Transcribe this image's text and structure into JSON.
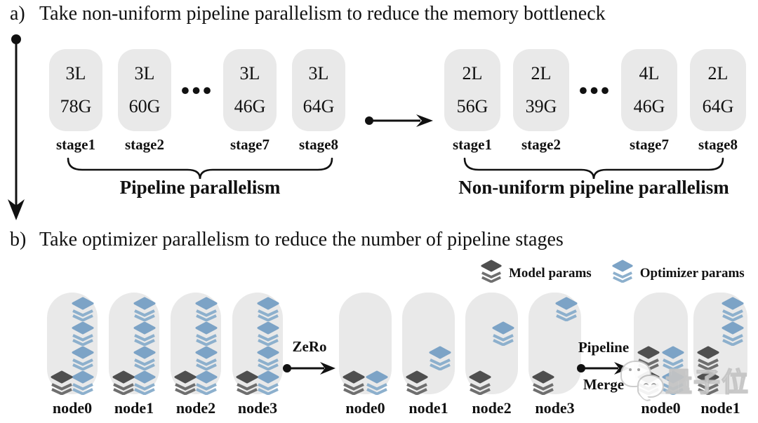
{
  "colors": {
    "ink": "#111111",
    "box_bg": "#e9e9e9",
    "model_main": "#4f4f4f",
    "model_band": "#6f6f6f",
    "optimizer_main": "#7ca3c6",
    "optimizer_band": "#8db0cd"
  },
  "section_a": {
    "prefix": "a)",
    "title": "Take non-uniform pipeline parallelism to reduce the memory bottleneck",
    "ellipsis": "•••",
    "groups": [
      {
        "caption": "Pipeline parallelism",
        "stages": [
          {
            "layers": "3L",
            "mem": "78G",
            "name": "stage1"
          },
          {
            "layers": "3L",
            "mem": "60G",
            "name": "stage2"
          },
          {
            "layers": "3L",
            "mem": "46G",
            "name": "stage7"
          },
          {
            "layers": "3L",
            "mem": "64G",
            "name": "stage8"
          }
        ]
      },
      {
        "caption": "Non-uniform pipeline parallelism",
        "stages": [
          {
            "layers": "2L",
            "mem": "56G",
            "name": "stage1"
          },
          {
            "layers": "2L",
            "mem": "39G",
            "name": "stage2"
          },
          {
            "layers": "4L",
            "mem": "46G",
            "name": "stage7"
          },
          {
            "layers": "2L",
            "mem": "64G",
            "name": "stage8"
          }
        ]
      }
    ]
  },
  "section_b": {
    "prefix": "b)",
    "title": "Take optimizer parallelism to reduce the number of pipeline stages",
    "legend": [
      {
        "key": "model",
        "label": "Model params"
      },
      {
        "key": "optimizer",
        "label": "Optimizer params"
      }
    ],
    "arrow1": {
      "label": "ZeRo"
    },
    "arrow2": {
      "label_top": "Pipeline",
      "label_bottom": "Merge"
    },
    "groups": [
      {
        "nodes": [
          {
            "name": "node0",
            "stacks": [
              [
                0,
                1,
                "optimizer"
              ],
              [
                1,
                1,
                "optimizer"
              ],
              [
                2,
                1,
                "optimizer"
              ],
              [
                3,
                1,
                "optimizer"
              ],
              [
                3,
                0,
                "model"
              ]
            ]
          },
          {
            "name": "node1",
            "stacks": [
              [
                0,
                1,
                "optimizer"
              ],
              [
                1,
                1,
                "optimizer"
              ],
              [
                2,
                1,
                "optimizer"
              ],
              [
                3,
                1,
                "optimizer"
              ],
              [
                3,
                0,
                "model"
              ]
            ]
          },
          {
            "name": "node2",
            "stacks": [
              [
                0,
                1,
                "optimizer"
              ],
              [
                1,
                1,
                "optimizer"
              ],
              [
                2,
                1,
                "optimizer"
              ],
              [
                3,
                1,
                "optimizer"
              ],
              [
                3,
                0,
                "model"
              ]
            ]
          },
          {
            "name": "node3",
            "stacks": [
              [
                0,
                1,
                "optimizer"
              ],
              [
                1,
                1,
                "optimizer"
              ],
              [
                2,
                1,
                "optimizer"
              ],
              [
                3,
                1,
                "optimizer"
              ],
              [
                3,
                0,
                "model"
              ]
            ]
          }
        ]
      },
      {
        "nodes": [
          {
            "name": "node0",
            "stacks": [
              [
                3,
                0,
                "model"
              ],
              [
                3,
                1,
                "optimizer"
              ]
            ]
          },
          {
            "name": "node1",
            "stacks": [
              [
                3,
                0,
                "model"
              ],
              [
                2,
                1,
                "optimizer"
              ]
            ]
          },
          {
            "name": "node2",
            "stacks": [
              [
                3,
                0,
                "model"
              ],
              [
                1,
                1,
                "optimizer"
              ]
            ]
          },
          {
            "name": "node3",
            "stacks": [
              [
                3,
                0,
                "model"
              ],
              [
                0,
                1,
                "optimizer"
              ]
            ]
          }
        ]
      },
      {
        "nodes": [
          {
            "name": "node0",
            "stacks": [
              [
                2,
                0,
                "model"
              ],
              [
                2,
                1,
                "optimizer"
              ],
              [
                3,
                0,
                "model"
              ],
              [
                3,
                1,
                "optimizer"
              ]
            ]
          },
          {
            "name": "node1",
            "stacks": [
              [
                2,
                0,
                "model"
              ],
              [
                3,
                0,
                "model"
              ],
              [
                0,
                1,
                "optimizer"
              ],
              [
                1,
                1,
                "optimizer"
              ]
            ]
          }
        ]
      }
    ]
  },
  "watermark": {
    "text": "量子位"
  }
}
